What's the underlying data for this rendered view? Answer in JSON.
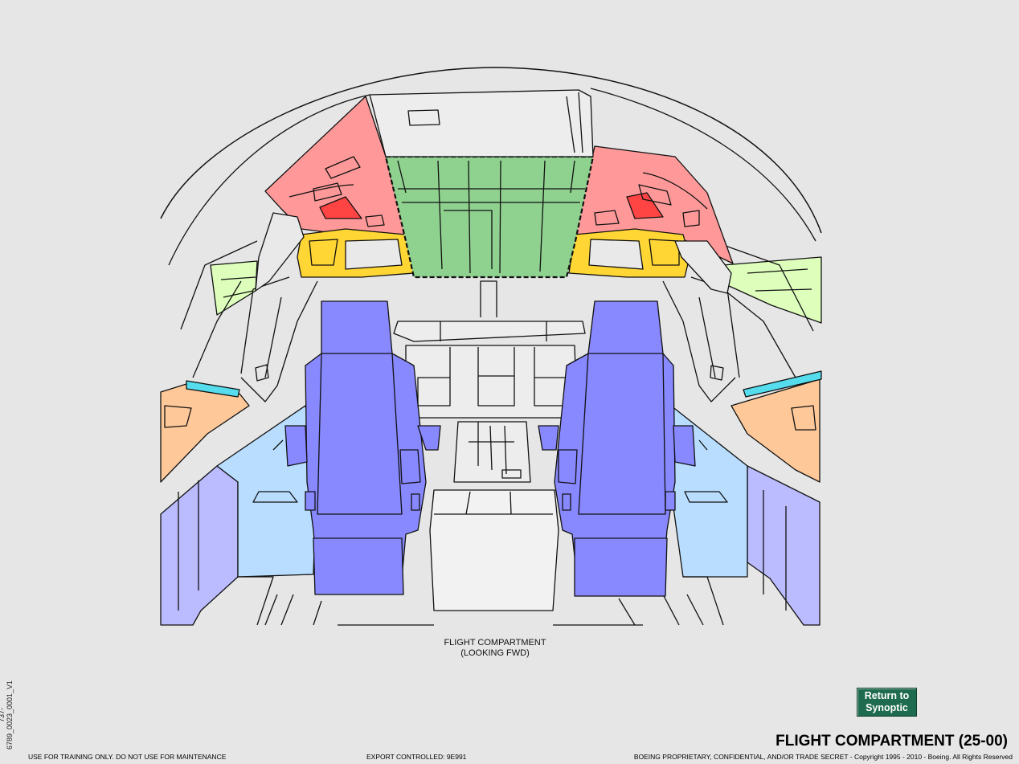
{
  "diagram": {
    "caption_line1": "FLIGHT COMPARTMENT",
    "caption_line2": "(LOOKING FWD)"
  },
  "side_code": "737-6789_0023_0001_V1",
  "return_button": {
    "line1": "Return to",
    "line2": "Synoptic"
  },
  "page_title": "FLIGHT COMPARTMENT (25-00)",
  "footer": {
    "left": "USE FOR TRAINING ONLY. DO NOT USE FOR MAINTENANCE",
    "middle": "EXPORT CONTROLLED: 9E991",
    "right": "BOEING PROPRIETARY, CONFIDENTIAL, AND/OR TRADE SECRET - Copyright 1995 - 2010 - Boeing. All Rights Reserved"
  },
  "colors": {
    "background": "#e6e6e6",
    "ceiling_panel": "#8fd18f",
    "overhead_side": "#ff9999",
    "overhead_light": "#ff4444",
    "yellow_panel": "#ffd633",
    "light_green_panel": "#ddffbb",
    "orange_panel": "#ffc899",
    "cyan_strip": "#55ddee",
    "light_blue_panel": "#b8ddff",
    "lavender_panel": "#bbbbff",
    "seat": "#8888ff",
    "button_green": "#1f6b4f"
  }
}
